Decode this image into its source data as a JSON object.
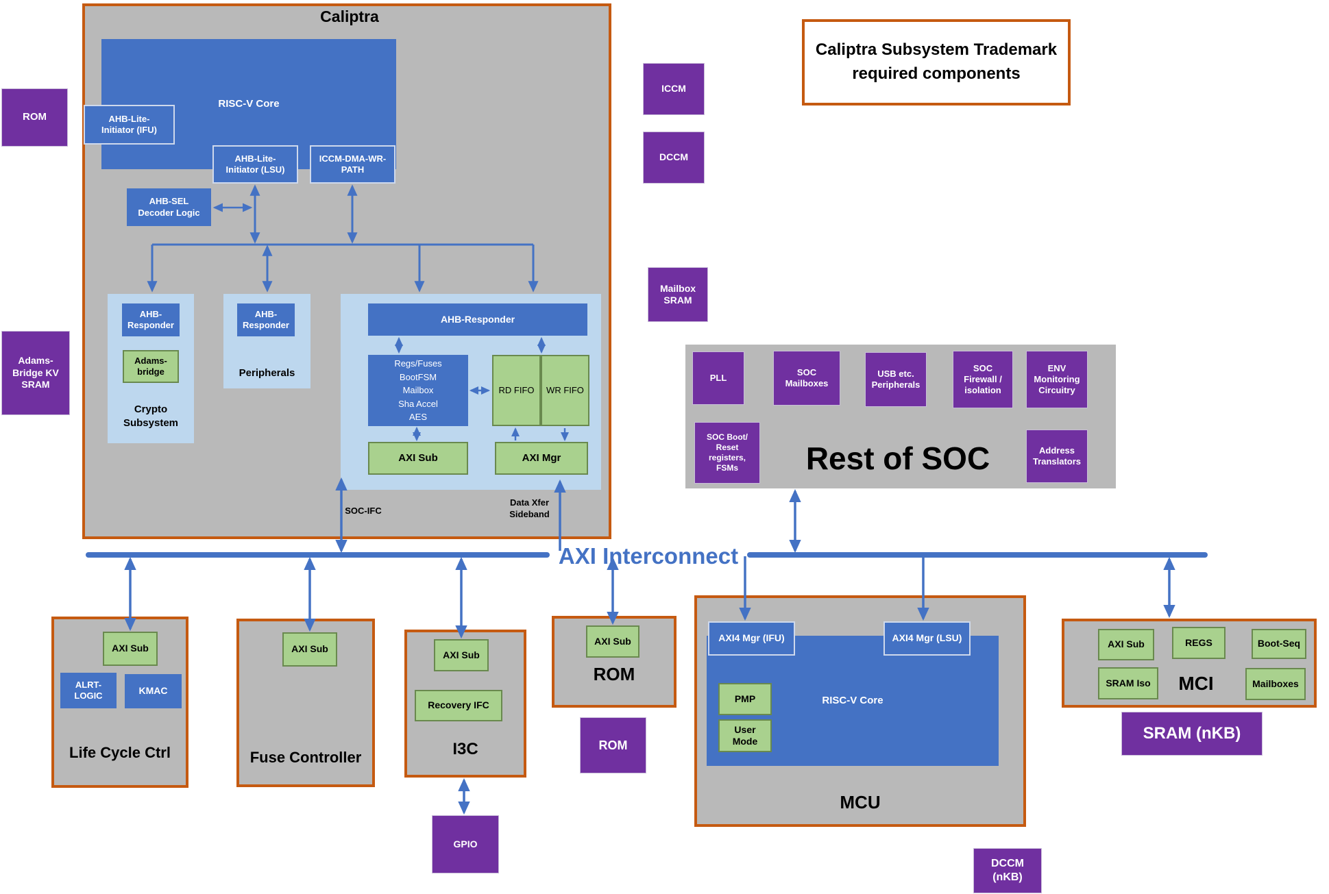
{
  "colors": {
    "orange": "#C55A11",
    "blue": "#4472C4",
    "light_blue": "#BDD7EE",
    "green": "#A9D18E",
    "purple": "#7030A0",
    "gray": "#B9B9B9",
    "arrow": "#4472C4"
  },
  "title_note": "Caliptra Subsystem Trademark\nrequired components",
  "bus": {
    "label": "AXI Interconnect"
  },
  "caliptra": {
    "title": "Caliptra",
    "riscv_core": "RISC-V Core",
    "ahb_ifu": "AHB-Lite-\nInitiator (IFU)",
    "ahb_lsu": "AHB-Lite-\nInitiator (LSU)",
    "iccm_dma": "ICCM-DMA-WR-\nPATH",
    "ahb_sel": "AHB-SEL\nDecoder Logic",
    "soc_ifc_label": "SOC-IFC",
    "data_xfer_label": "Data Xfer\nSideband",
    "crypto": {
      "ahb_responder": "AHB-\nResponder",
      "adams_bridge": "Adams-\nbridge",
      "label": "Crypto\nSubsystem"
    },
    "peripherals": {
      "ahb_responder": "AHB-\nResponder",
      "label": "Peripherals"
    },
    "soc_ifc": {
      "ahb_responder": "AHB-Responder",
      "regs_stack": "Regs/Fuses\nBootFSM\nMailbox\nSha Accel\nAES",
      "rd_fifo": "RD FIFO",
      "wr_fifo": "WR FIFO",
      "axi_sub": "AXI Sub",
      "axi_mgr": "AXI Mgr"
    }
  },
  "left": {
    "rom": "ROM",
    "adams_kv_sram": "Adams-\nBridge KV\nSRAM"
  },
  "caliptra_mems": {
    "iccm": "ICCM",
    "dccm": "DCCM",
    "mailbox_sram": "Mailbox\nSRAM"
  },
  "rest_of_soc": {
    "label": "Rest of SOC",
    "pll": "PLL",
    "soc_mailboxes": "SOC\nMailboxes",
    "usb_peripherals": "USB etc.\nPeripherals",
    "soc_firewall": "SOC\nFirewall /\nisolation",
    "env_monitoring": "ENV\nMonitoring\nCircuitry",
    "soc_boot": "SOC Boot/\nReset\nregisters,\nFSMs",
    "address_translators": "Address\nTranslators"
  },
  "life_cycle": {
    "axi_sub": "AXI Sub",
    "alrt_logic": "ALRT-\nLOGIC",
    "kmac": "KMAC",
    "label": "Life Cycle Ctrl"
  },
  "fuse_controller": {
    "axi_sub": "AXI Sub",
    "label": "Fuse Controller"
  },
  "i3c": {
    "axi_sub": "AXI Sub",
    "recovery_ifc": "Recovery IFC",
    "label": "I3C",
    "gpio": "GPIO"
  },
  "rom_ctrl": {
    "axi_sub": "AXI Sub",
    "label": "ROM",
    "mem": "ROM"
  },
  "mcu": {
    "axi4_ifu": "AXI4 Mgr (IFU)",
    "axi4_lsu": "AXI4 Mgr (LSU)",
    "riscv_core": "RISC-V Core",
    "pmp": "PMP",
    "user_mode": "User\nMode",
    "label": "MCU",
    "dccm": "DCCM\n(nKB)"
  },
  "mci": {
    "axi_sub": "AXI Sub",
    "regs": "REGS",
    "boot_seq": "Boot-Seq",
    "sram_iso": "SRAM Iso",
    "mailboxes": "Mailboxes",
    "label": "MCI",
    "sram": "SRAM (nKB)"
  }
}
